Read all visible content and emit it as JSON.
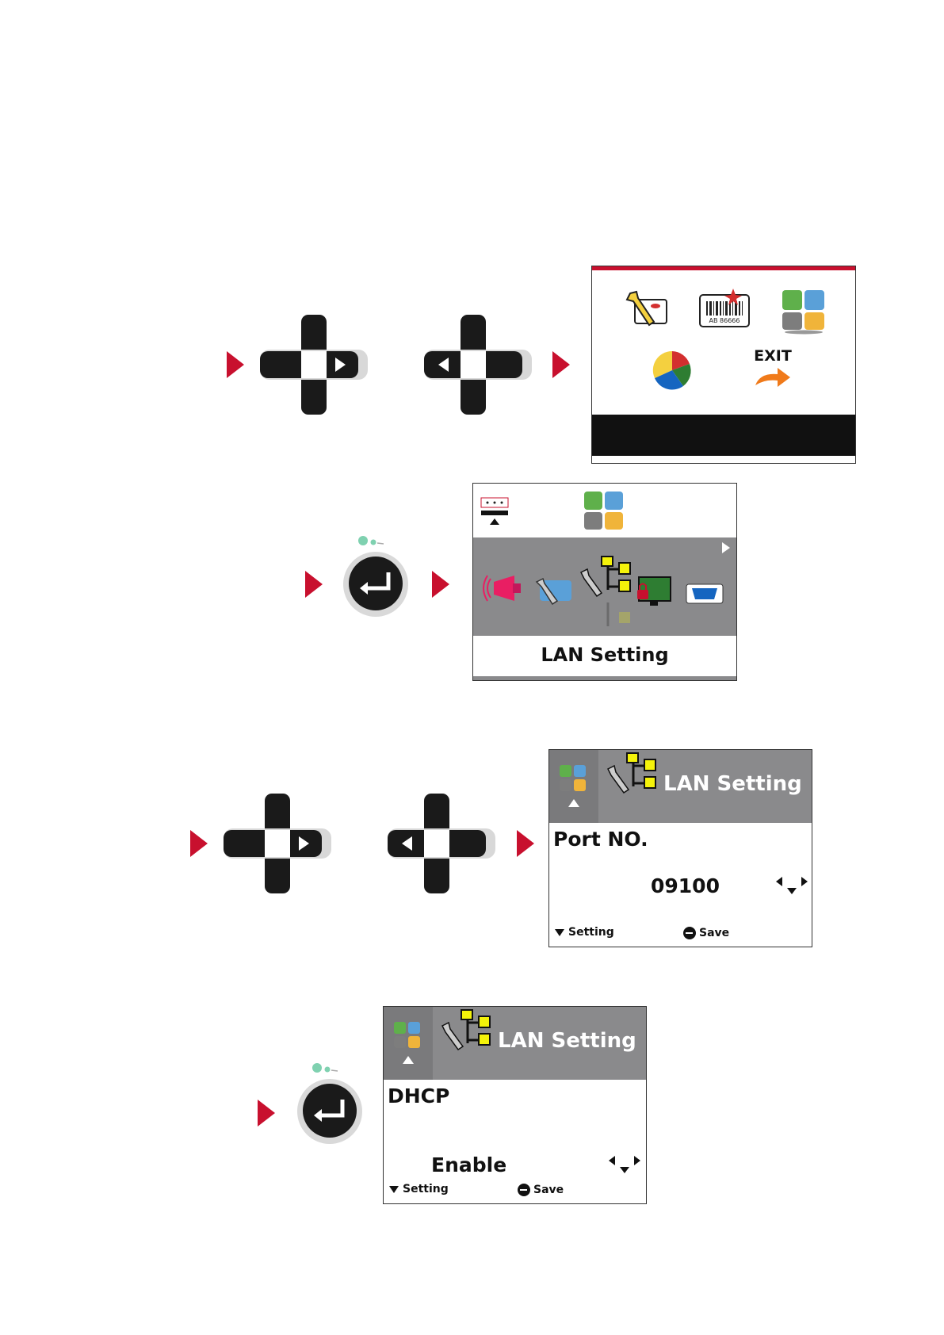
{
  "main_menu": {
    "exit_label": "EXIT",
    "barcode_text": "AB 86666"
  },
  "interface_menu": {
    "selected_label": "LAN Setting"
  },
  "port_screen": {
    "header_title": "LAN Setting",
    "field_label": "Port NO.",
    "field_value": "09100",
    "footer_setting": "Setting",
    "footer_save": "Save"
  },
  "dhcp_screen": {
    "header_title": "LAN Setting",
    "field_label": "DHCP",
    "field_value": "Enable",
    "footer_setting": "Setting",
    "footer_save": "Save"
  },
  "colors": {
    "accent_red": "#c8102e",
    "lcd_gray": "#8a8a8c",
    "key_black": "#1a1a1a"
  },
  "icons": [
    "right-arrow-indicator",
    "dpad-right-key",
    "dpad-left-key",
    "enter-key",
    "settings-icon",
    "barcode-icon",
    "interface-icon",
    "chart-icon",
    "exit-icon",
    "lan-icon"
  ]
}
